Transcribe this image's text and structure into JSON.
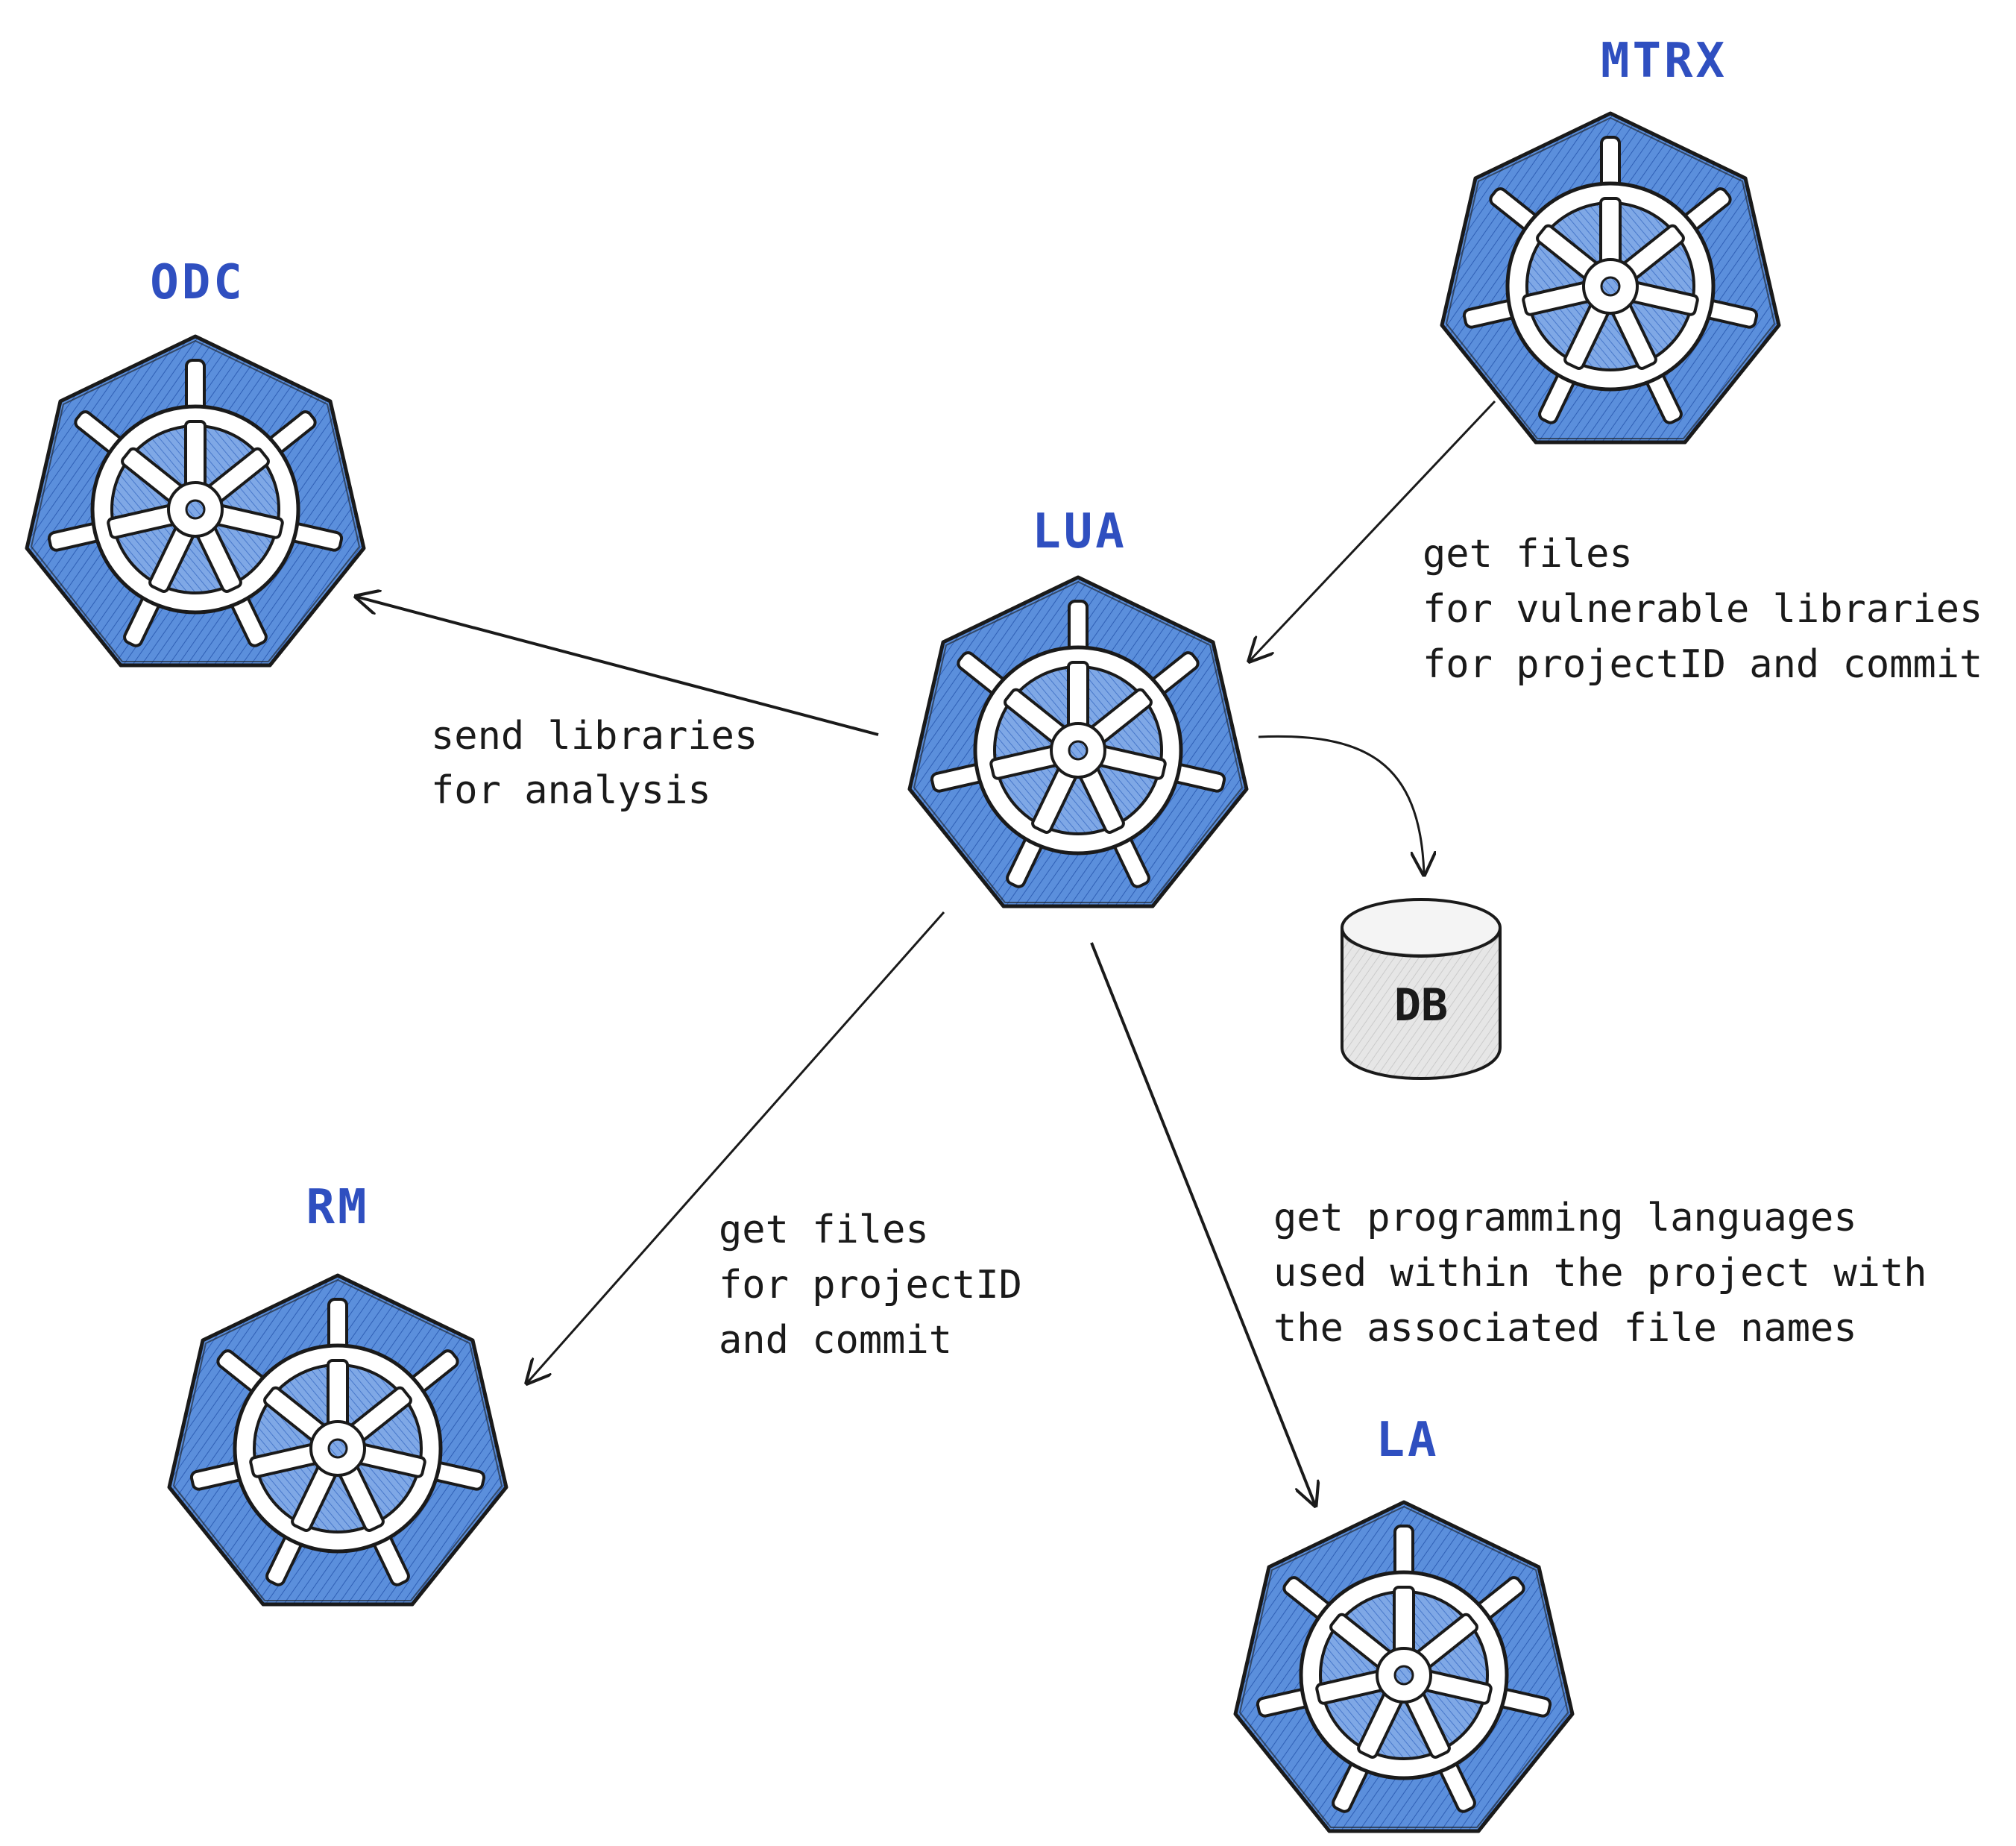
{
  "colors": {
    "node_fill": "#4f86d6",
    "node_stroke": "#1a1a1a",
    "label": "#2f4fc0",
    "wheel": "#ffffff",
    "db_fill": "#e0e0e0",
    "ink": "#1a1a1a"
  },
  "nodes": {
    "odc": {
      "label": "ODC",
      "icon": "kubernetes-helm-icon"
    },
    "mtrx": {
      "label": "MTRX",
      "icon": "kubernetes-helm-icon"
    },
    "lua": {
      "label": "LUA",
      "icon": "kubernetes-helm-icon"
    },
    "rm": {
      "label": "RM",
      "icon": "kubernetes-helm-icon"
    },
    "la": {
      "label": "LA",
      "icon": "kubernetes-helm-icon"
    },
    "db": {
      "label": "DB",
      "icon": "database-cylinder-icon"
    }
  },
  "edges": {
    "lua_to_odc": {
      "lines": [
        "send libraries",
        "for analysis"
      ]
    },
    "mtrx_to_lua": {
      "lines": [
        "get files",
        "for vulnerable libraries",
        "for projectID and commit"
      ]
    },
    "lua_to_rm": {
      "lines": [
        "get files",
        "for projectID",
        "and commit"
      ]
    },
    "lua_to_la": {
      "lines": [
        "get programming languages",
        "used within the project with",
        "the associated file names"
      ]
    },
    "lua_to_db": {
      "lines": []
    }
  }
}
